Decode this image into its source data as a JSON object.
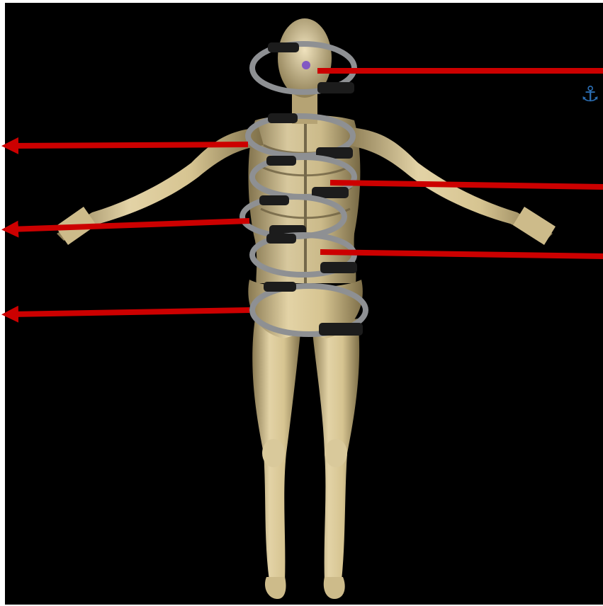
{
  "colors": {
    "background": "#000000",
    "frame": "#ffffff",
    "arrow": "#cc0000",
    "bone": "#d8c79a",
    "bone_shadow": "#8a7a52",
    "ring": "#8e9093",
    "ring_pad": "#1c1c1c",
    "anchor": "#2b6cb0",
    "marker": "#7a4cc8"
  },
  "figure": {
    "description_icon": "skeleton-figure",
    "rings": [
      {
        "name": "head-ring"
      },
      {
        "name": "upper-chest-ring"
      },
      {
        "name": "mid-chest-ring"
      },
      {
        "name": "lower-rib-ring"
      },
      {
        "name": "waist-ring"
      },
      {
        "name": "pelvis-ring"
      }
    ]
  },
  "pointers": [
    {
      "name": "head-pointer",
      "direction": "right"
    },
    {
      "name": "upper-chest-pointer",
      "direction": "left"
    },
    {
      "name": "mid-chest-pointer",
      "direction": "right"
    },
    {
      "name": "lower-rib-pointer",
      "direction": "left"
    },
    {
      "name": "waist-pointer",
      "direction": "right"
    },
    {
      "name": "pelvis-pointer",
      "direction": "left"
    }
  ],
  "icons": {
    "anchor": "anchor-icon"
  }
}
